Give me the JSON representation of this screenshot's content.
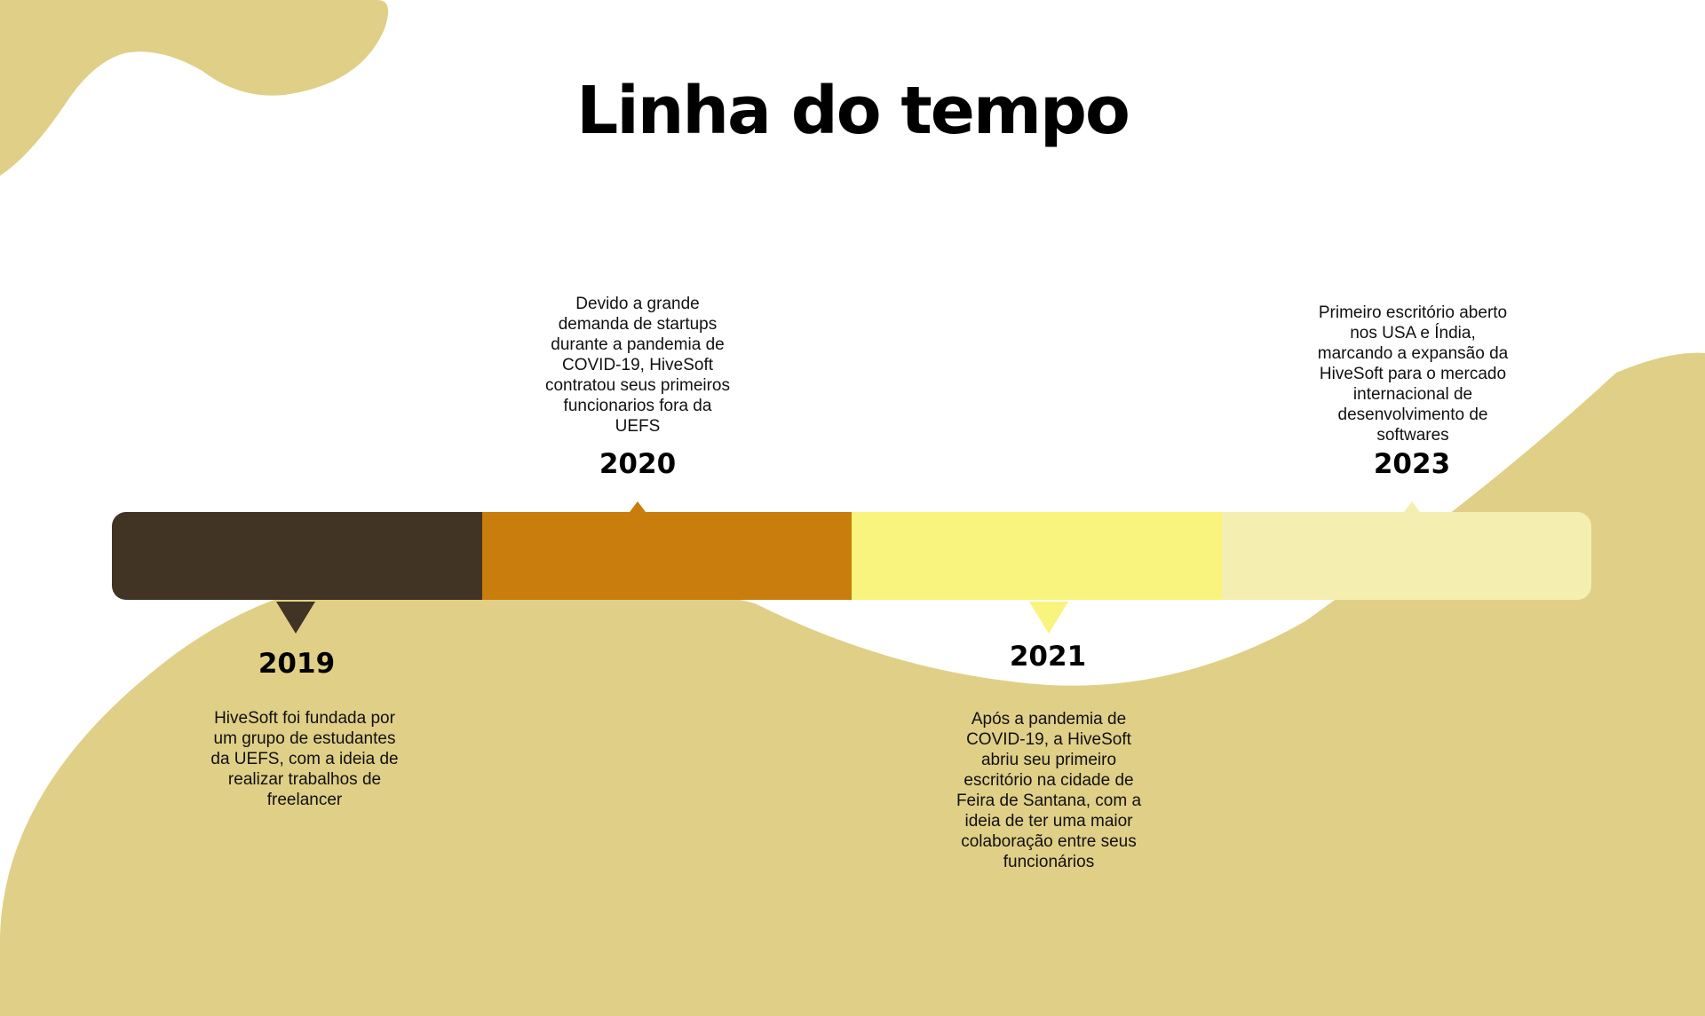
{
  "title": "Linha do tempo",
  "colors": {
    "background_shape": "#e0cf87",
    "segment_2019": "#413425",
    "segment_2020": "#c97d0d",
    "segment_2021": "#f8f47d",
    "segment_2023": "#f4efb1"
  },
  "events": [
    {
      "year": "2019",
      "description": "HiveSoft foi fundada por um grupo de estudantes da UEFS, com a ideia de realizar trabalhos de freelancer"
    },
    {
      "year": "2020",
      "description": "Devido a grande demanda de startups durante a pandemia de COVID-19, HiveSoft contratou seus primeiros funcionarios fora da UEFS"
    },
    {
      "year": "2021",
      "description": "Após a pandemia de COVID-19, a HiveSoft abriu seu primeiro escritório na cidade de Feira de Santana, com a ideia de ter uma maior colaboração entre seus funcionários"
    },
    {
      "year": "2023",
      "description": "Primeiro escritório aberto nos USA e Índia, marcando a expansão da HiveSoft para o mercado internacional de desenvolvimento de softwares"
    }
  ]
}
